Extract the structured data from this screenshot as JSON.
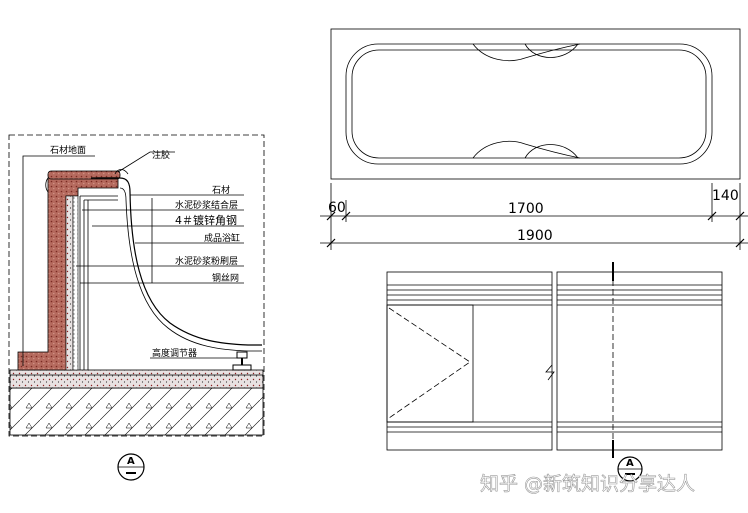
{
  "section_labels": {
    "stone_floor": "石材地面",
    "sealant": "注胶",
    "stone": "石材",
    "cement_bond_layer": "水泥砂浆结合层",
    "angle_steel": "4＃镀锌角钢",
    "bathtub": "成品浴缸",
    "cement_plaster": "水泥砂浆粉刷层",
    "wire_mesh": "钢丝网",
    "height_adjuster": "高度调节器"
  },
  "dimensions": {
    "left_offset": "60",
    "inner_length": "1700",
    "right_offset": "140",
    "total_length": "1900"
  },
  "section_marks": {
    "left_mark": "A",
    "bottom_mark": "A"
  },
  "watermark": "知乎 @新筑知识分享达人"
}
